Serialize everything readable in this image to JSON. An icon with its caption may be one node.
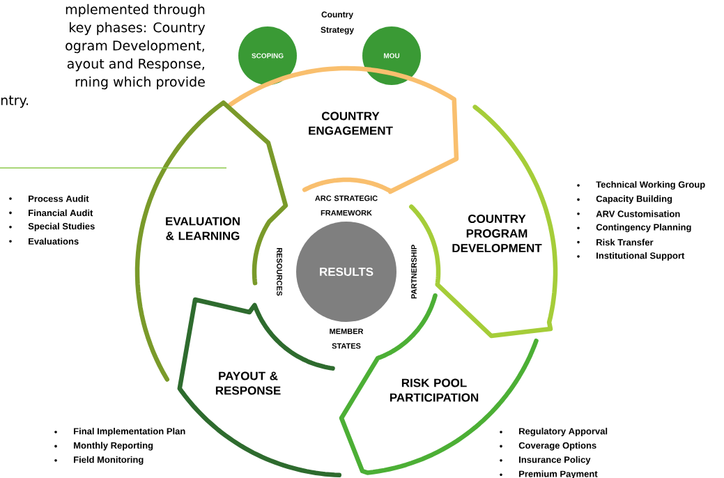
{
  "diagram": {
    "nodes": [
      {
        "text": [
          "SCOPING"
        ]
      },
      {
        "text": [
          "MOU"
        ]
      },
      {
        "text": [
          "COUNTRY ENGAGEMENT"
        ]
      },
      {
        "text": [
          "EVALUATION & LEARNING"
        ],
        "beside": [
          "Process Audit",
          "Financial Audit",
          "Special Studies",
          "Evaluations"
        ]
      },
      {
        "text": [
          "COUNTRY PROGRAM DEVELOPMENT"
        ],
        "beside": [
          "Technical Working Group",
          "Capacity Building",
          "ARV Customisation",
          "Contingency Planning",
          "Risk Transfer",
          "Institutional Support"
        ]
      },
      {
        "text": [
          "RESULTS"
        ]
      },
      {
        "text": [
          "PAYOUT & RESPONSE"
        ],
        "beside": [
          "Final Implementation Plan",
          "Monthly Reporting",
          "Field Monitoring"
        ]
      },
      {
        "text": [
          "RISK POOL PARTICIPATION"
        ],
        "beside": [
          "Regulatory Apporval",
          "Coverage Options",
          "Insurance Policy",
          "Premium Payment"
        ]
      }
    ],
    "edges": [],
    "labels": [
      "mplemented through",
      "key phases: Country",
      "ogram Development,",
      "ayout and Response,",
      "rning which provide",
      "ntry.",
      "Country Strategy",
      "ARC STRATEGIC FRAMEWORK",
      "RESOURCES",
      "PARTNERSHIP",
      "MEMBER STATES"
    ]
  }
}
